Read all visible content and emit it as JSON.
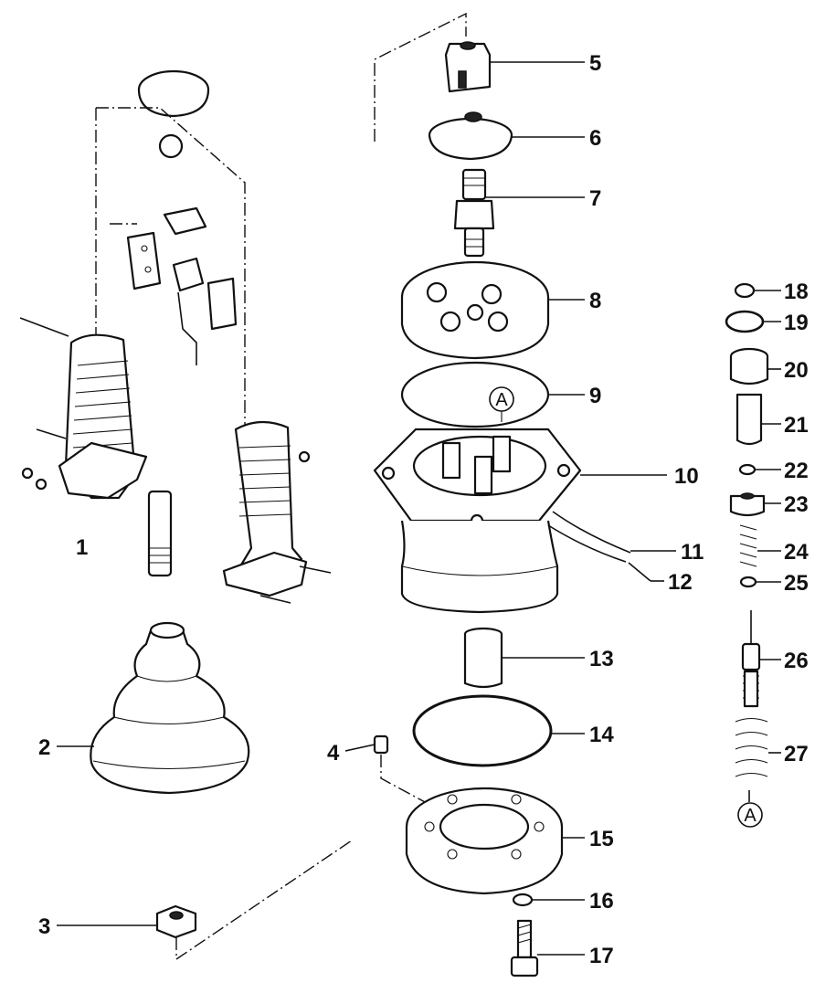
{
  "diagram": {
    "callouts": [
      "1",
      "2",
      "3",
      "4",
      "5",
      "6",
      "7",
      "8",
      "9",
      "10",
      "11",
      "12",
      "13",
      "14",
      "15",
      "16",
      "17",
      "18",
      "19",
      "20",
      "21",
      "22",
      "23",
      "24",
      "25",
      "26",
      "27"
    ],
    "reference_marks": [
      "A",
      "A"
    ]
  }
}
